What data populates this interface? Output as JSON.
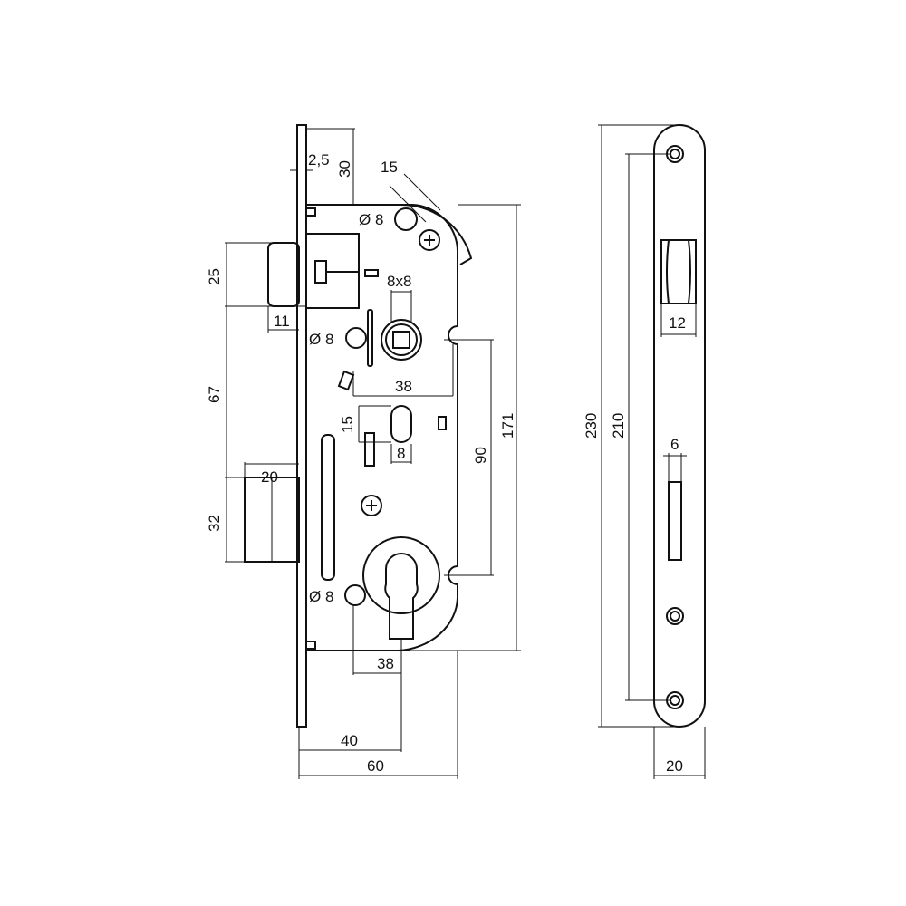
{
  "dimensions": {
    "faceplate_thickness": "2,5",
    "top_offset": "30",
    "corner": "15",
    "hole_top": "Ø 8",
    "hole_mid": "Ø 8",
    "hole_bottom": "Ø 8",
    "spindle": "8x8",
    "latch_height": "25",
    "latch_projection": "11",
    "latch_to_bolt": "67",
    "spindle_backset": "38",
    "slot_height": "15",
    "slot_width": "8",
    "bolt_projection": "20",
    "bolt_height": "32",
    "centre_distance": "90",
    "body_height": "171",
    "cylinder_offset": "38",
    "backset": "40",
    "body_depth": "60",
    "faceplate_length": "230",
    "screw_spacing": "210",
    "latch_opening": "12",
    "bolt_opening": "6",
    "faceplate_width": "20"
  }
}
